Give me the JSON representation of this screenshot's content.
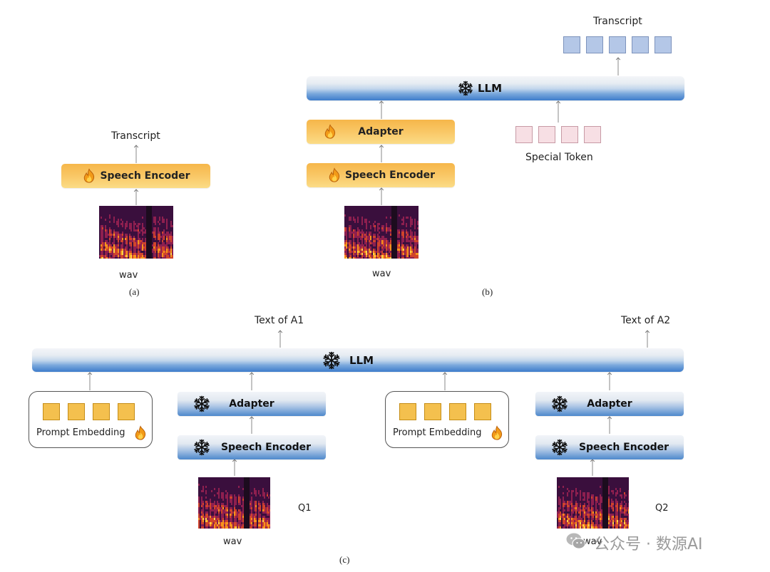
{
  "panel_a": {
    "output_label": "Transcript",
    "encoder_label": "Speech Encoder",
    "input_label": "wav",
    "caption": "(a)"
  },
  "panel_b": {
    "output_label": "Transcript",
    "llm_label": "LLM",
    "adapter_label": "Adapter",
    "encoder_label": "Speech Encoder",
    "special_token_label": "Special Token",
    "input_label": "wav",
    "caption": "(b)"
  },
  "panel_c": {
    "llm_label": "LLM",
    "output_left": "Text of A1",
    "output_right": "Text of A2",
    "prompt_left": "Prompt Embedding",
    "prompt_right": "Prompt Embedding",
    "adapter_left": "Adapter",
    "adapter_right": "Adapter",
    "encoder_left": "Speech Encoder",
    "encoder_right": "Speech Encoder",
    "input_left": "wav",
    "input_right": "wav",
    "question_left": "Q1",
    "question_right": "Q2",
    "caption": "(c)"
  },
  "watermark": "公众号 · 数源AI",
  "icons": {
    "trainable": "fire-icon",
    "frozen": "snowflake-icon",
    "watermark": "wechat-icon"
  },
  "colors": {
    "trainable_module": "#f8c35e",
    "frozen_module": "#5a8fcf",
    "output_token": "#b4c7e7",
    "special_token": "#f7dfe4",
    "prompt_token": "#f4c04e"
  }
}
